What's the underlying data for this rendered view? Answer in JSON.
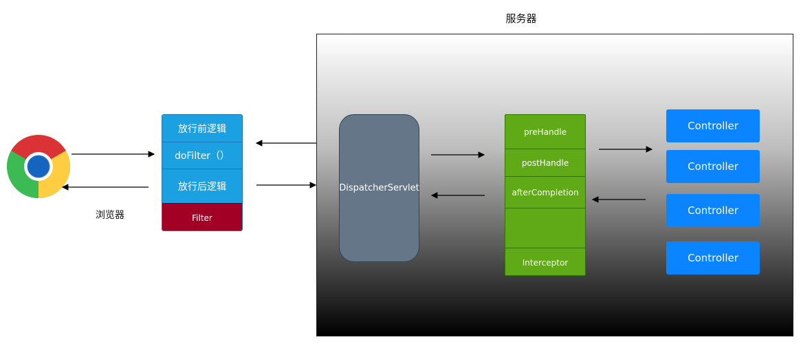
{
  "server": {
    "label": "服务器"
  },
  "browser": {
    "label": "浏览器",
    "icon": "chrome-browser-icon"
  },
  "filter": {
    "rows": [
      "放行前逻辑",
      "doFilter（）",
      "放行后逻辑"
    ],
    "label": "Filter",
    "colors": {
      "row": "#1ba1e2",
      "label": "#a20025"
    }
  },
  "dispatcher": {
    "label": "DispatcherServlet",
    "color": "#647687"
  },
  "interceptor": {
    "methods": [
      "preHandle",
      "postHandle",
      "afterCompletion"
    ],
    "label": "Interceptor",
    "color": "#60a917"
  },
  "controllers": [
    "Controller",
    "Controller",
    "Controller",
    "Controller"
  ],
  "colors": {
    "controller": "#0a84ff"
  }
}
